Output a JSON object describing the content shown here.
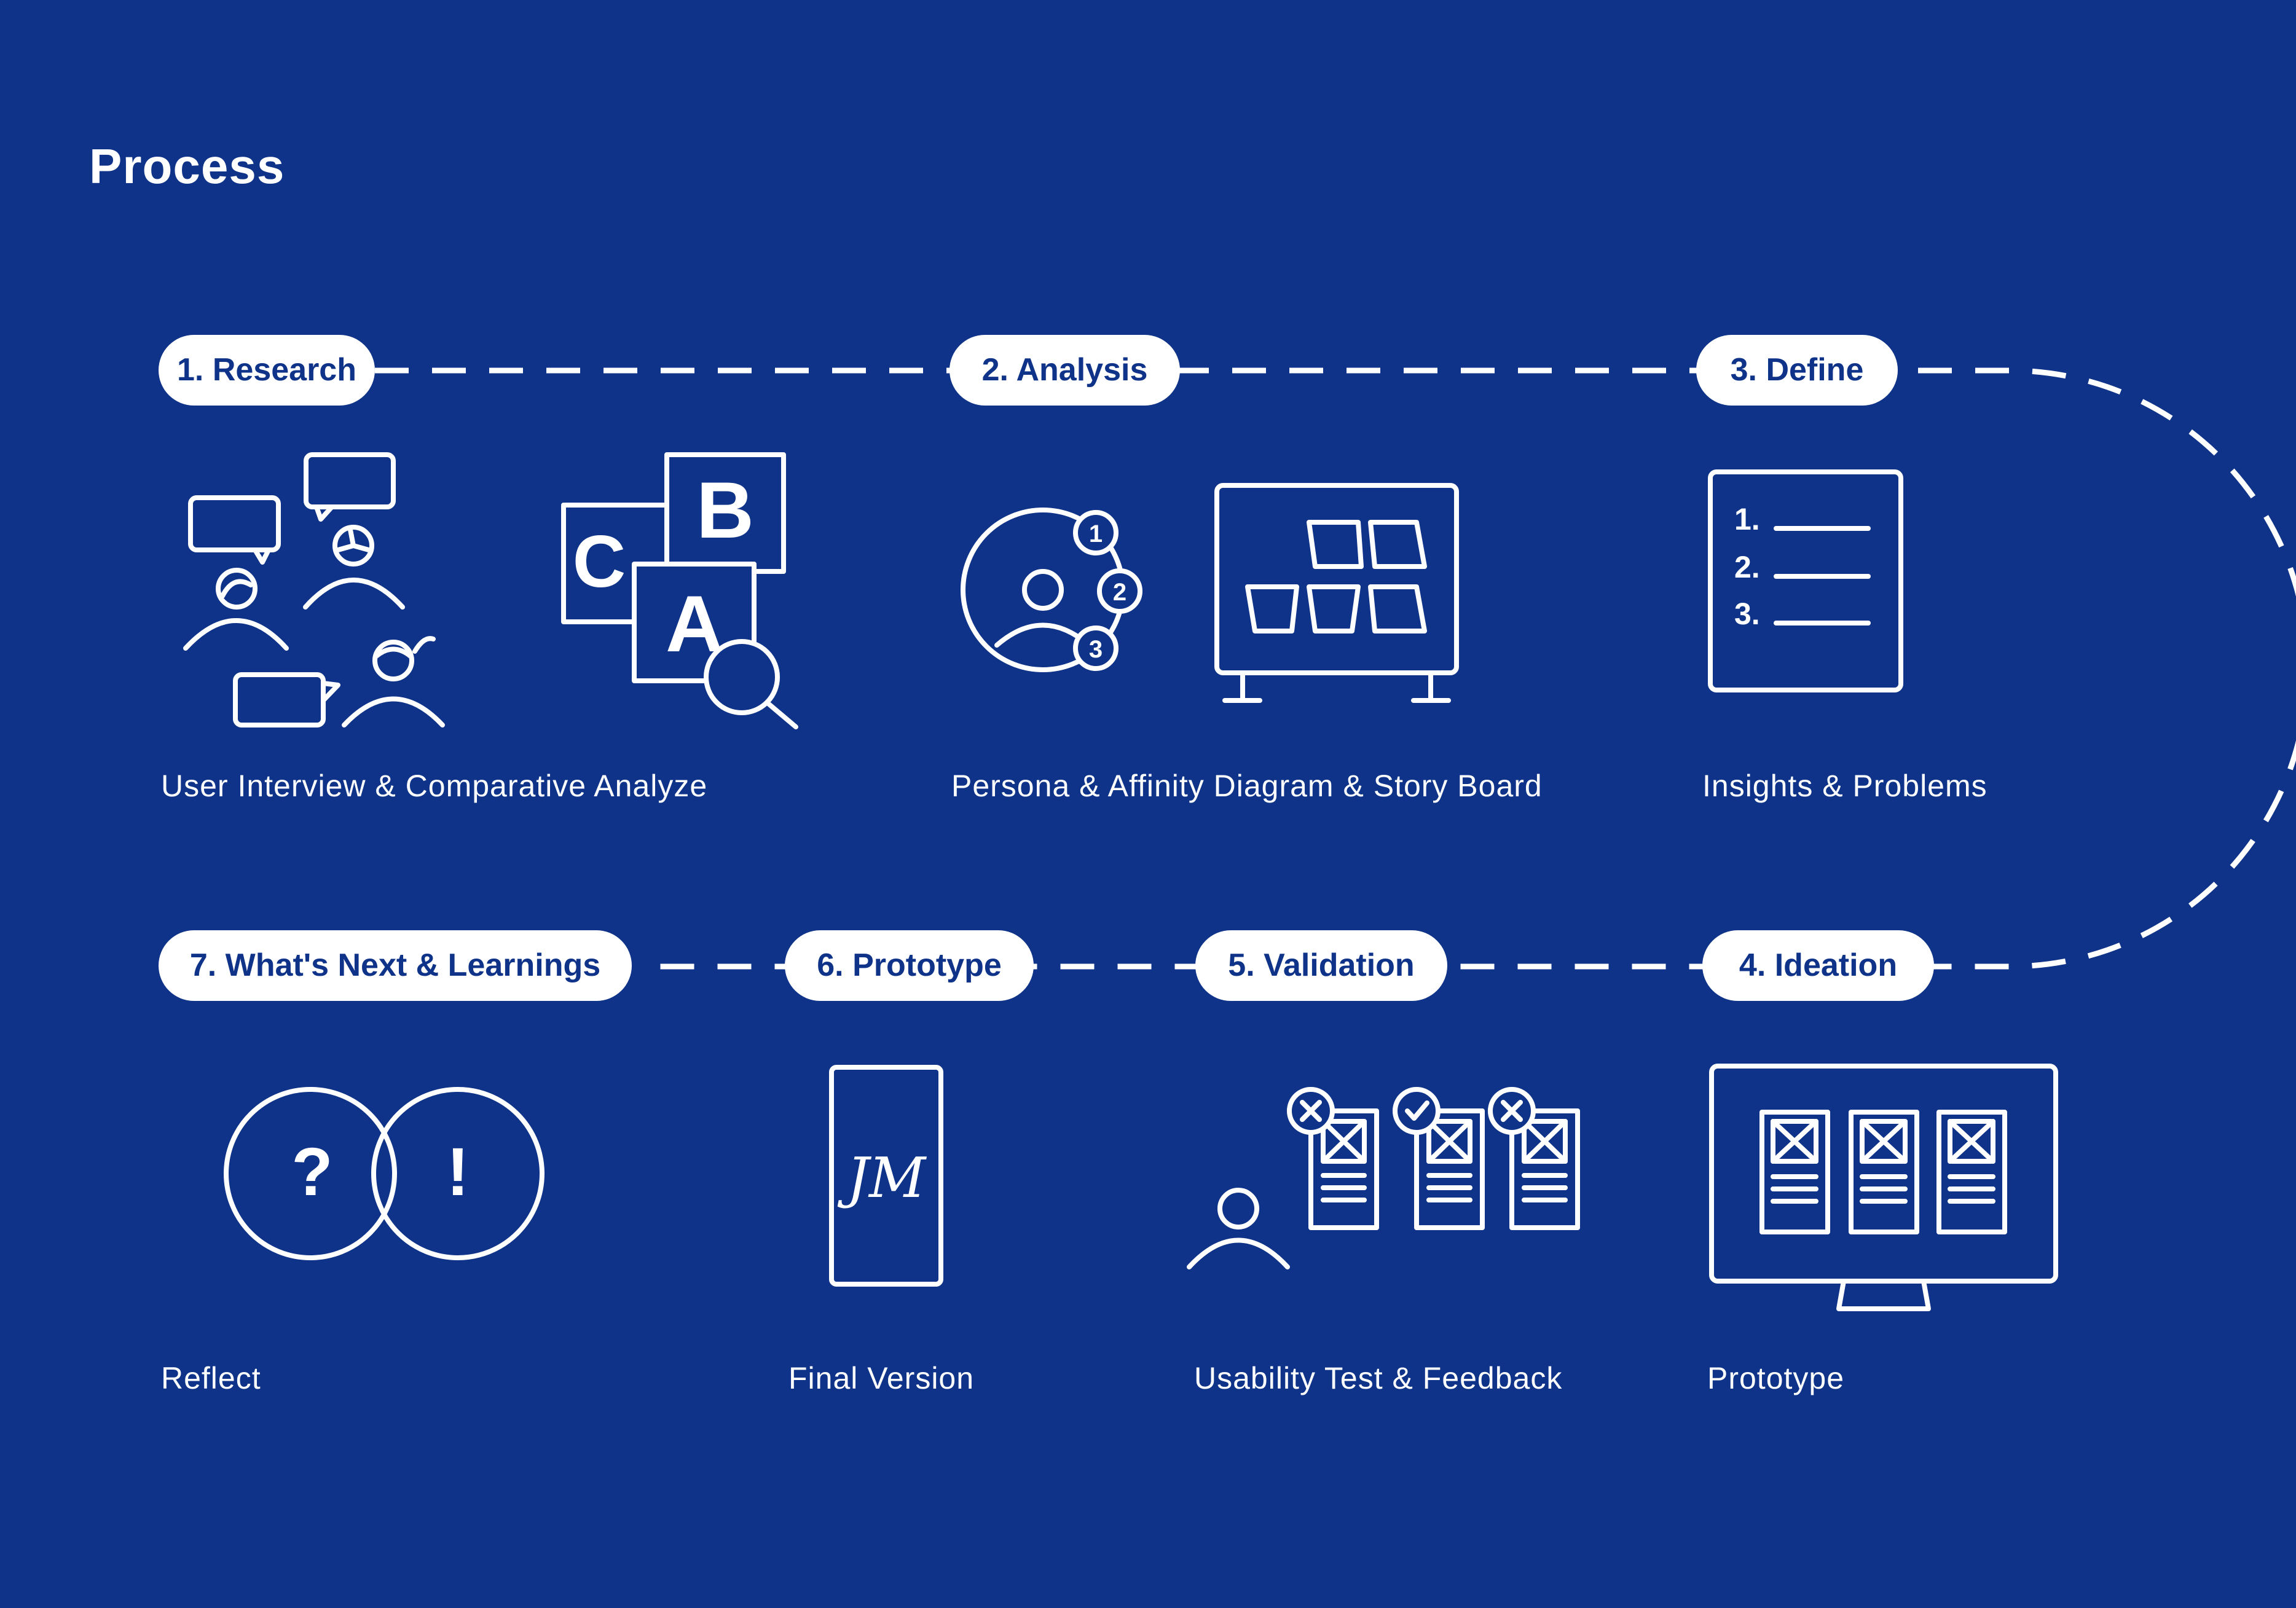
{
  "title": "Process",
  "colors": {
    "background": "#0e3388",
    "foreground": "#ffffff"
  },
  "steps": [
    {
      "label": "1. Research",
      "caption": "User Interview & Comparative Analyze",
      "icons": [
        "people-chat-icon",
        "abc-compare-icon"
      ]
    },
    {
      "label": "2. Analysis",
      "caption": "Persona & Affinity Diagram & Story Board",
      "icons": [
        "persona-icon",
        "affinity-board-icon"
      ]
    },
    {
      "label": "3. Define",
      "caption": "Insights & Problems",
      "icons": [
        "numbered-list-icon"
      ]
    },
    {
      "label": "4. Ideation",
      "caption": "Prototype",
      "icons": [
        "wireframe-monitor-icon"
      ]
    },
    {
      "label": "5. Validation",
      "caption": "Usability Test & Feedback",
      "icons": [
        "usability-test-icon"
      ]
    },
    {
      "label": "6. Prototype",
      "caption": "Final Version",
      "icons": [
        "phone-logo-icon"
      ]
    },
    {
      "label": "7. What's Next & Learnings",
      "caption": "Reflect",
      "icons": [
        "reflect-venn-icon"
      ]
    }
  ],
  "icon_text": {
    "abc": [
      "C",
      "B",
      "A"
    ],
    "persona": [
      "1",
      "2",
      "3"
    ],
    "list": [
      "1.",
      "2.",
      "3."
    ],
    "venn": [
      "?",
      "!"
    ],
    "logo": "JM"
  }
}
